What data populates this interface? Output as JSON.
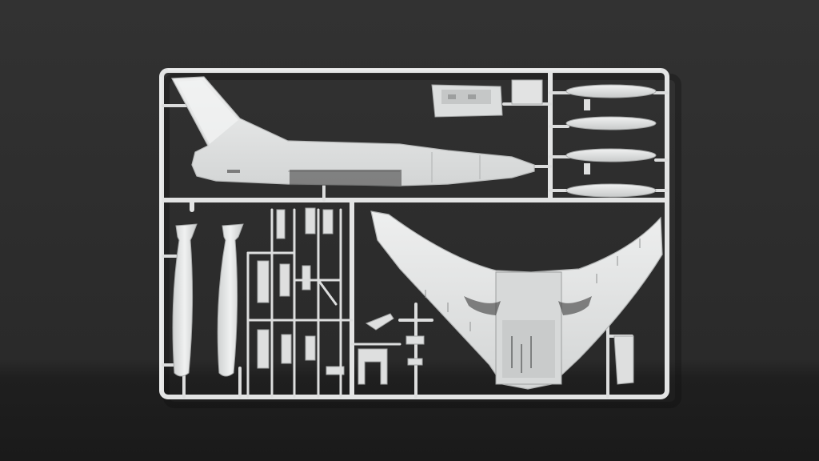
{
  "scene": {
    "subject": "plastic-model-kit-sprue",
    "colors": {
      "backdrop_upper": "#2e2e2e",
      "backdrop_lower": "#1c1c1c",
      "plastic": "#e6e7e7",
      "plastic_shade": "#c9cbcb",
      "plastic_dark": "#a9abab",
      "detail_line": "#8f9191"
    },
    "parts": {
      "fuselage": "fuselage-half",
      "wing": "delta-wing-lower",
      "fuel_tanks": 4,
      "bombs": 2
    }
  }
}
